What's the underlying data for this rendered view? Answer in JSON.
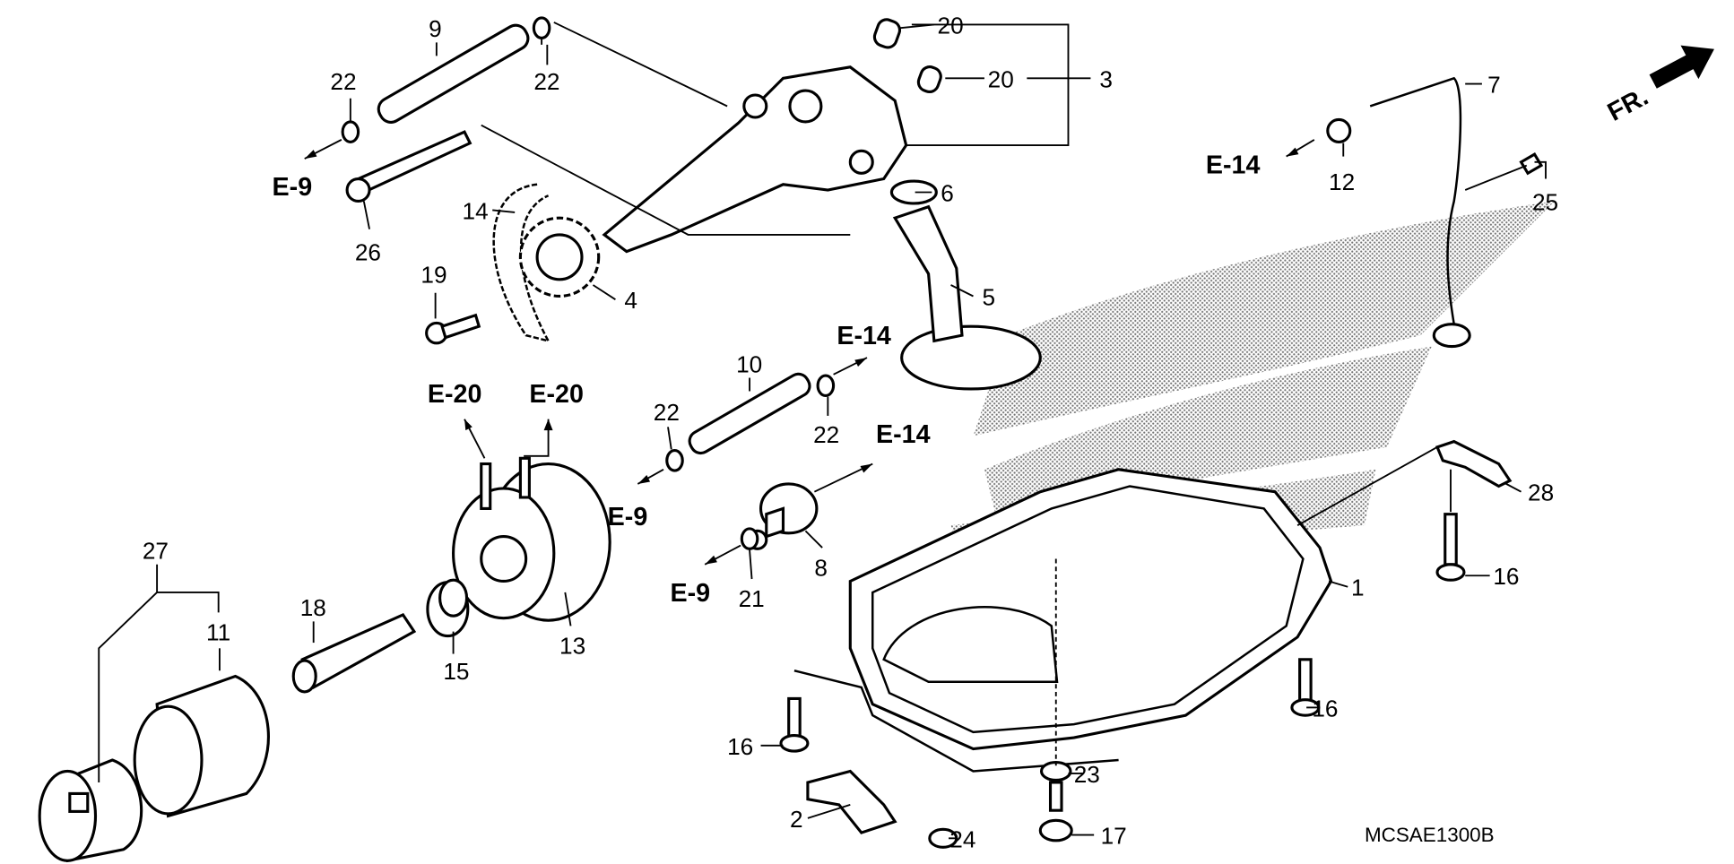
{
  "diagram": {
    "code": "MCSAE1300B",
    "front_indicator": "FR.",
    "colors": {
      "ink": "#000000",
      "background": "#ffffff"
    },
    "callouts": [
      "9",
      "22",
      "22",
      "20",
      "20",
      "3",
      "7",
      "12",
      "25",
      "26",
      "14",
      "6",
      "19",
      "4",
      "5",
      "10",
      "22",
      "22",
      "8",
      "21",
      "28",
      "16",
      "1",
      "27",
      "11",
      "18",
      "15",
      "13",
      "16",
      "16",
      "23",
      "2",
      "24",
      "17"
    ],
    "references": [
      "E-14",
      "E-9",
      "E-14",
      "E-20",
      "E-20",
      "E-14",
      "E-9",
      "E-9"
    ]
  }
}
